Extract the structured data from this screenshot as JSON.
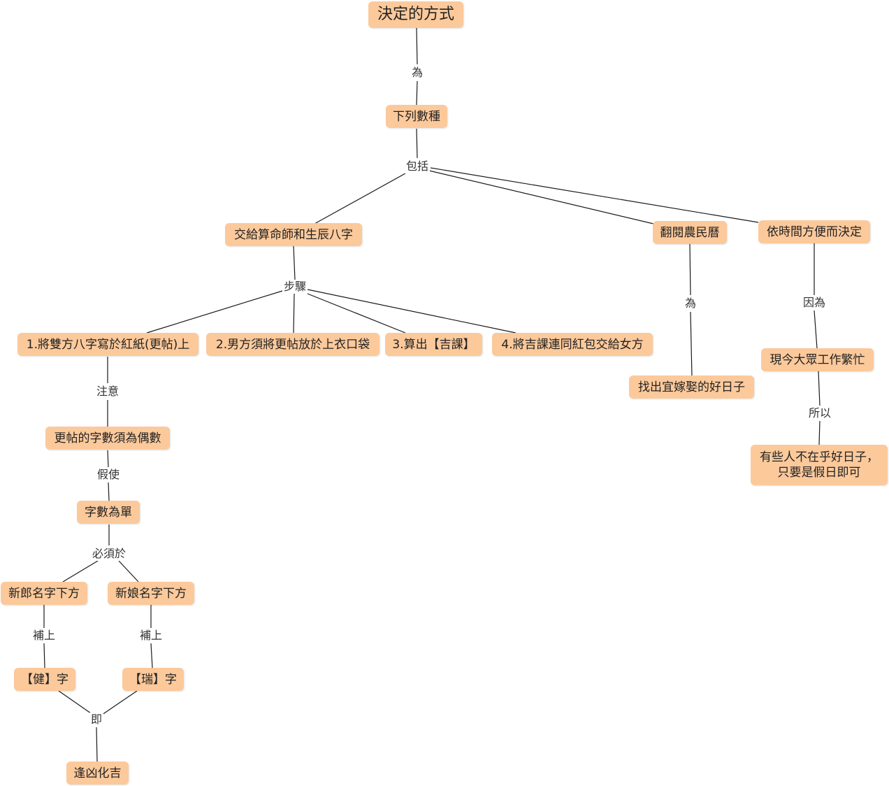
{
  "diagram": {
    "type": "concept-map",
    "nodes": {
      "root": "決定的方式",
      "types": "下列數種",
      "fortune": "交給算命師和生辰八字",
      "almanac": "翻閱農民曆",
      "convenience": "依時間方便而決定",
      "step1": "1.將雙方八字寫於紅紙(更帖)上",
      "step2": "2.男方須將更帖放於上衣口袋",
      "step3": "3.算出【吉課】",
      "step4": "4.將吉課連同紅包交給女方",
      "even": "更帖的字數須為偶數",
      "odd": "字數為單",
      "groom": "新郎名字下方",
      "bride": "新娘名字下方",
      "jian": "【健】字",
      "rui": "【瑞】字",
      "luck": "逢凶化吉",
      "goodday": "找出宜嫁娶的好日子",
      "busy": "現今大眾工作繁忙",
      "holiday": "有些人不在乎好日子，\n只要是假日即可"
    },
    "labels": {
      "wei1": "為",
      "include": "包括",
      "steps": "步驟",
      "note": "注意",
      "ifso": "假使",
      "must": "必須於",
      "add1": "補上",
      "add2": "補上",
      "ji": "即",
      "wei2": "為",
      "because": "因為",
      "so": "所以"
    }
  }
}
